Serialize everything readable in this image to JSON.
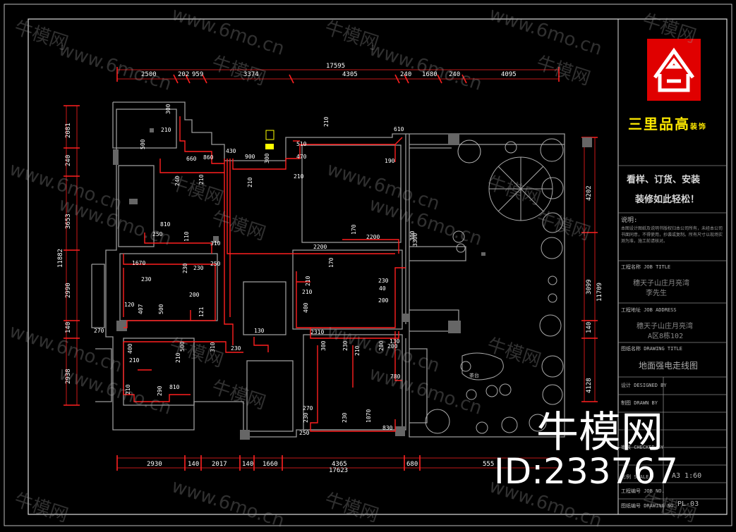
{
  "dims_top": [
    "17595",
    "2500",
    "202",
    "959",
    "3374",
    "4305",
    "240",
    "1680",
    "240",
    "4095"
  ],
  "dims_bottom": [
    "2930",
    "140",
    "2017",
    "140",
    "1660",
    "4365",
    "680",
    "555",
    "17623"
  ],
  "dims_left": [
    "2081",
    "240",
    "3653",
    "11882",
    "2990",
    "140",
    "2938"
  ],
  "dims_right": [
    "4202",
    "11709",
    "3099",
    "140",
    "4128"
  ],
  "red_labels": [
    "300",
    "210",
    "500",
    "860",
    "660",
    "430",
    "900",
    "300",
    "510",
    "470",
    "210",
    "210",
    "210",
    "610",
    "190",
    "240",
    "210",
    "810",
    "250",
    "110",
    "310",
    "3300",
    "170",
    "2200",
    "2200",
    "1670",
    "230",
    "230",
    "250",
    "230",
    "200",
    "121",
    "120",
    "407",
    "500",
    "270",
    "400",
    "210",
    "210",
    "500",
    "310",
    "230",
    "130",
    "400",
    "210",
    "170",
    "230",
    "40",
    "200",
    "2310",
    "300",
    "230",
    "210",
    "200",
    "130",
    "200",
    "780",
    "210",
    "290",
    "810",
    "270",
    "230",
    "230",
    "1070",
    "830",
    "250",
    "300",
    "210"
  ],
  "logo_text": "三里品高",
  "logo_suffix": "装饰",
  "slogan_line1": "看样、订货、安装",
  "slogan_line2": "装修如此轻松！",
  "notes_label": "说明:",
  "notes_text": "本图设计图纸及说明书版权归本公司所有，未经本公司书面同意，不得使用，抄袭或复制。所有尺寸以现场实测为准，施工前请核对。",
  "project_label": "工程名称  JOB TITLE",
  "project_value_1": "穗天子山庄月亮湾",
  "project_value_2": "李先生",
  "address_label": "工程地址  JOB ADDRESS",
  "address_value_1": "穗天子山庄月亮湾",
  "address_value_2": "A区8栋102",
  "drawing_label": "图纸名称  DRAWING TITLE",
  "drawing_value": "地面强电走线图",
  "designer_label": "设计  DESIGNED BY",
  "drawn_label": "制图  DRAWN BY",
  "reviewer_label": "审核  CHECKED BY",
  "scale_label": "比例  SCALE",
  "scale_value": "A3 1:60",
  "jobno_label": "工程编号  JOB NO.",
  "drawingno_label": "图纸编号  DRAWING NO.",
  "drawingno_value": "PL-03",
  "table_label": "茶台",
  "watermark_small": "牛模网",
  "watermark_url": "www.6mo.cn",
  "watermark_big": "牛模网",
  "watermark_id": "ID:233767"
}
